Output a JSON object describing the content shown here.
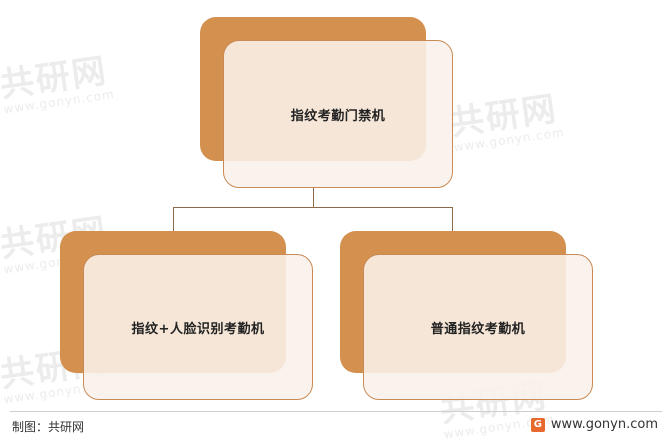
{
  "watermark": {
    "text": "共研网",
    "sub": "www.gonyn.com"
  },
  "diagram": {
    "root": {
      "label": "指纹考勤门禁机"
    },
    "children": [
      {
        "label": "指纹+人脸识别考勤机"
      },
      {
        "label": "普通指纹考勤机"
      }
    ]
  },
  "colors": {
    "accent": "#d4904f",
    "card": "#f9f1ea",
    "border": "#c98a55"
  },
  "footer": {
    "source": "制图：共研网",
    "url": "www.gonyn.com",
    "logo_icon": "gonyn-logo-icon"
  }
}
